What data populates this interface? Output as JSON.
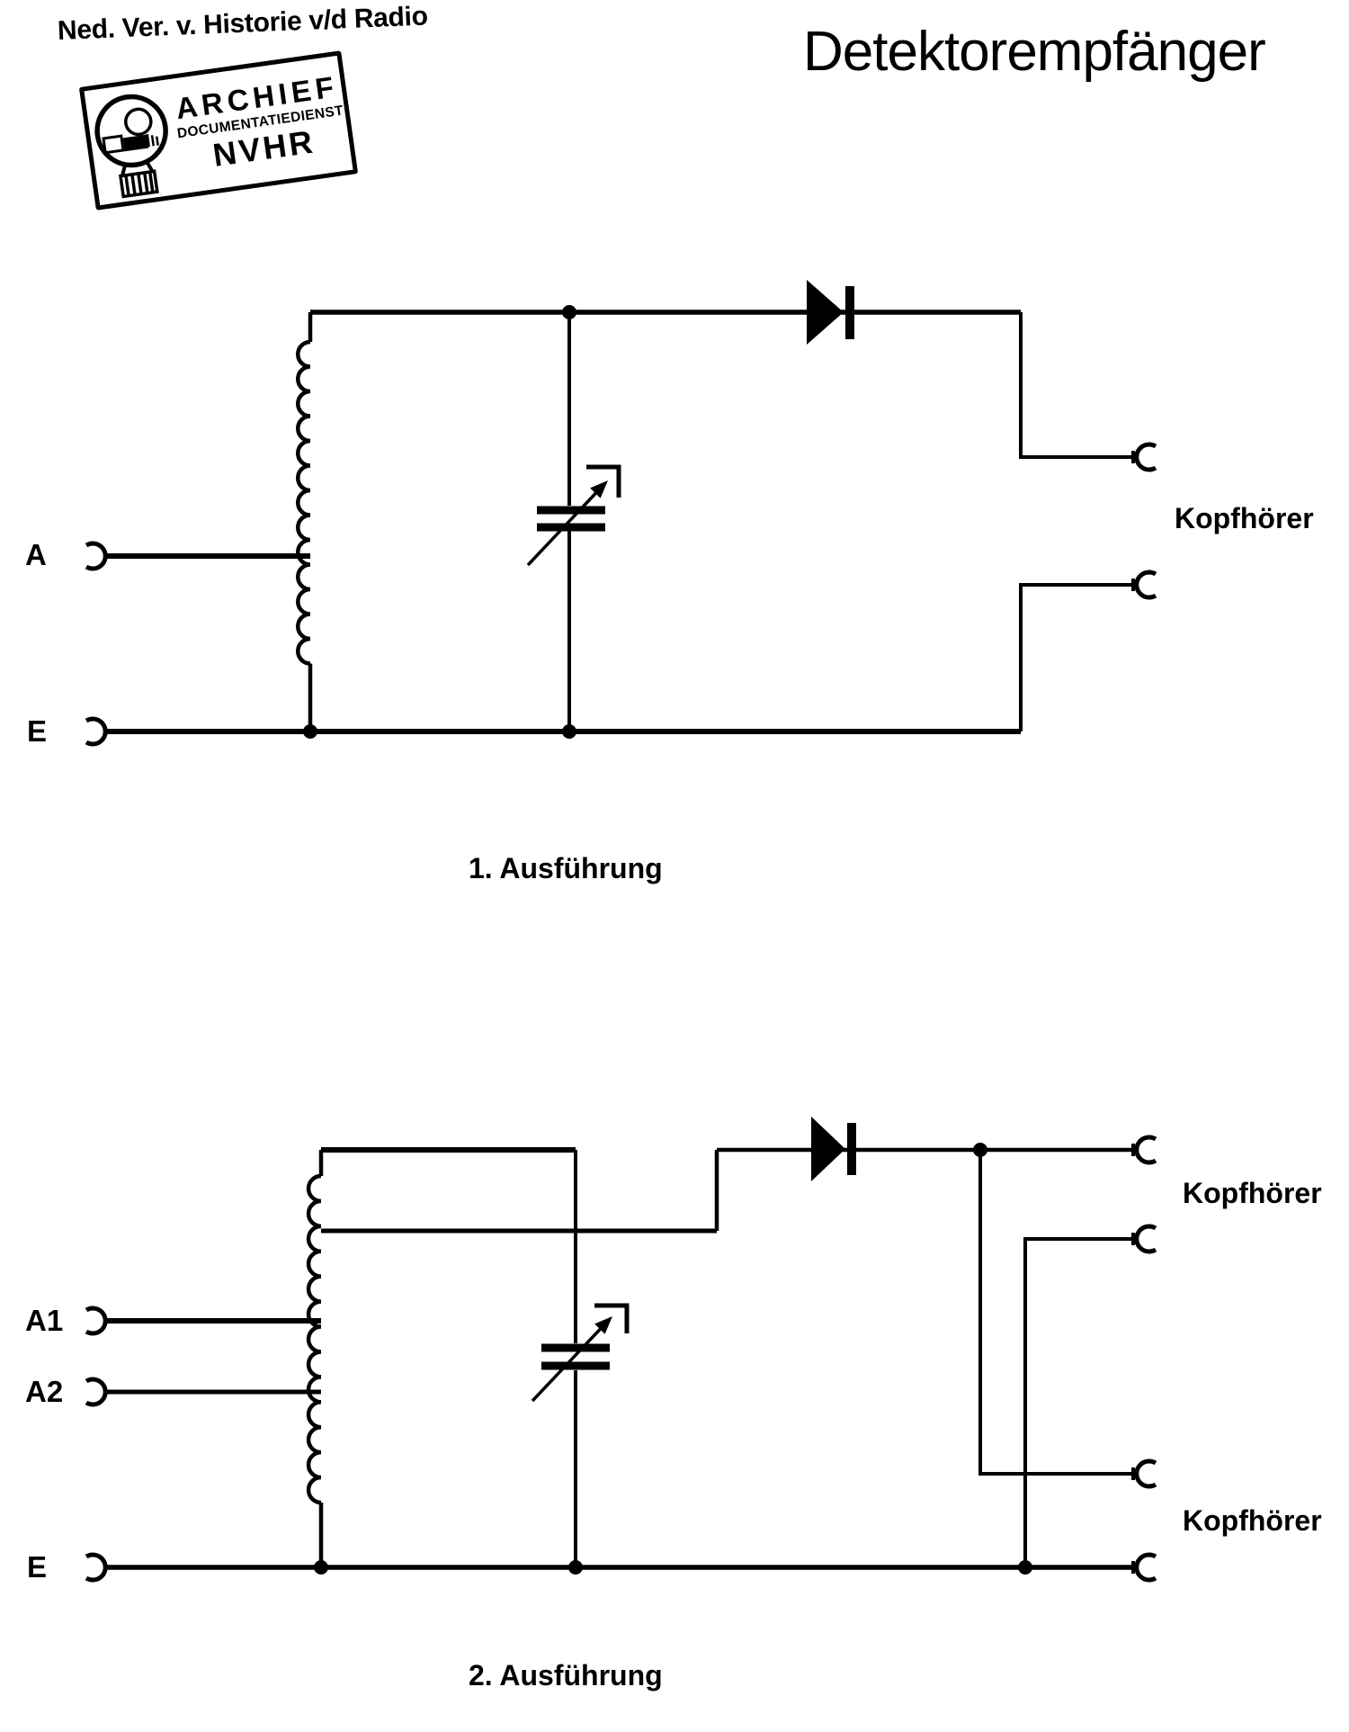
{
  "colors": {
    "ink": "#000000",
    "paper": "#ffffff"
  },
  "header": {
    "org": "Ned. Ver. v. Historie v/d Radio",
    "title": "Detektorempfänger"
  },
  "stamp": {
    "archief": "ARCHIEF",
    "dienst": "DOCUMENTATIEDIENST",
    "nvhr": "NVHR"
  },
  "circuit1": {
    "caption": "1. Ausführung",
    "antenna_label": "A",
    "earth_label": "E",
    "headphone_label": "Kopfhörer"
  },
  "circuit2": {
    "caption": "2. Ausführung",
    "antenna1_label": "A1",
    "antenna2_label": "A2",
    "earth_label": "E",
    "headphone_top_label": "Kopfhörer",
    "headphone_bottom_label": "Kopfhörer"
  }
}
